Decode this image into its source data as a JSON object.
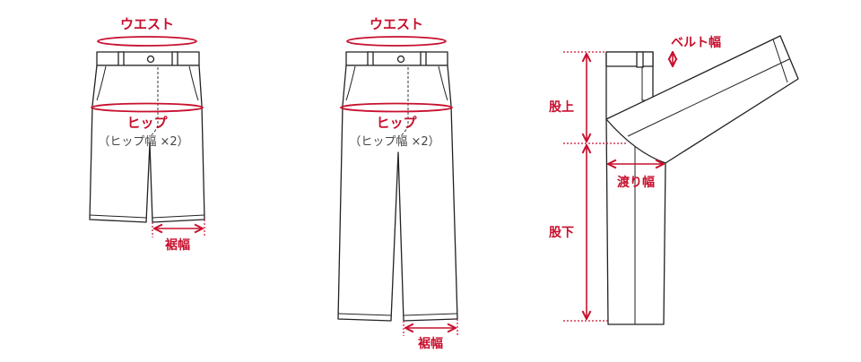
{
  "shorts": {
    "waist_label": "ウエスト",
    "hip_label": "ヒップ",
    "hip_note": "（ヒップ幅 ×2）",
    "hem_label": "裾幅"
  },
  "trousers": {
    "waist_label": "ウエスト",
    "hip_label": "ヒップ",
    "hip_note": "（ヒップ幅 ×2）",
    "hem_label": "裾幅"
  },
  "side_view": {
    "belt_label": "ベルト幅",
    "rise_label": "股上",
    "thigh_label": "渡り幅",
    "inseam_label": "股下"
  },
  "colors": {
    "accent": "#c8102e",
    "line": "#222222"
  }
}
